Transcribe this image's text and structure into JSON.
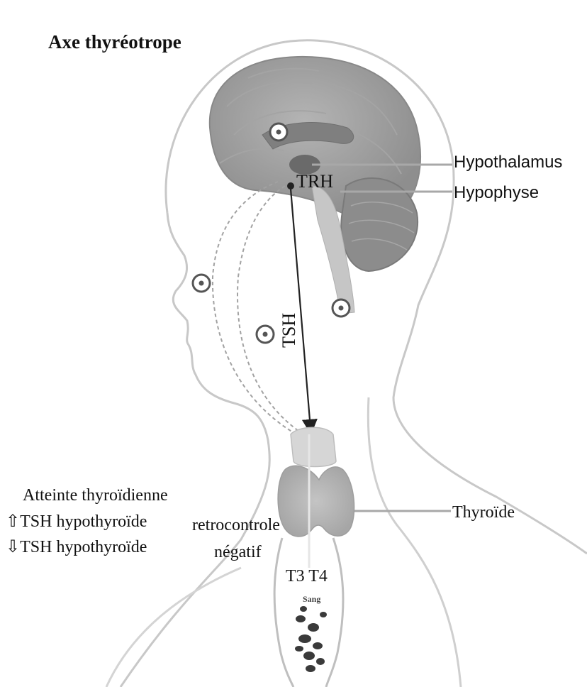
{
  "title": "Axe thyréotrope",
  "labels": {
    "hypothalamus": "Hypothalamus",
    "hypophyse": "Hypophyse",
    "trh": "TRH",
    "tsh": "TSH",
    "thyroide": "Thyroïde",
    "t3t4": "T3 T4",
    "sang": "Sang"
  },
  "feedback": {
    "line1": "retrocontrole",
    "line2": "négatif"
  },
  "atteinte": {
    "heading": "Atteinte thyroïdienne",
    "up": "TSH hypothyroïde",
    "down": "TSH hypothyroïde",
    "up_arrow": "⇧",
    "down_arrow": "⇩"
  },
  "colors": {
    "outline": "#b9b9b9",
    "brain": "#9a9a9a",
    "cerebellum": "#8c8c8c",
    "leader_line": "#a8a8a8",
    "arrow": "#222222"
  }
}
